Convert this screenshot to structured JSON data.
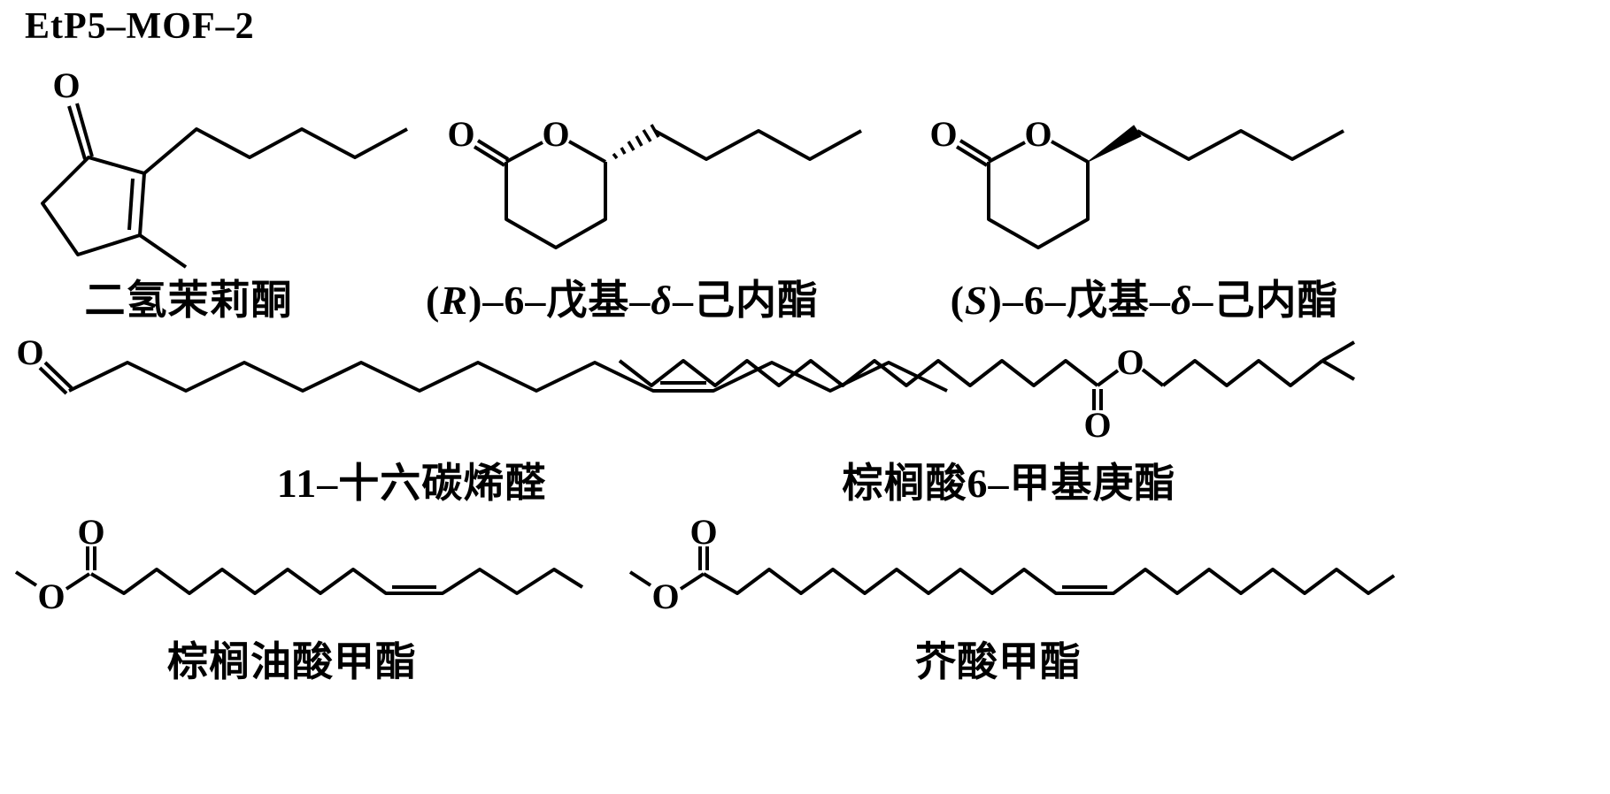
{
  "title": "EtP5–MOF–2",
  "atom": {
    "oxygen": "O"
  },
  "molecules": [
    {
      "id": "dihydrojasmone",
      "label": {
        "text": "二氢茉莉酮"
      }
    },
    {
      "id": "r-6-pentyl-delta-lactone",
      "label": {
        "open": "(",
        "stereo": "R",
        "mid": ")–6–戊基–",
        "delta": "δ",
        "end": "–己内酯"
      }
    },
    {
      "id": "s-6-pentyl-delta-lactone",
      "label": {
        "open": "(",
        "stereo": "S",
        "mid": ")–6–戊基–",
        "delta": "δ",
        "end": "–己内酯"
      }
    },
    {
      "id": "11-hexadecenal",
      "label": {
        "text": "11–十六碳烯醛"
      }
    },
    {
      "id": "6-methylheptyl-palmitate",
      "label": {
        "text": "棕榈酸6–甲基庚酯"
      }
    },
    {
      "id": "methyl-palmitoleate",
      "label": {
        "text": "棕榈油酸甲酯"
      }
    },
    {
      "id": "methyl-erucate",
      "label": {
        "text": "芥酸甲酯"
      }
    }
  ]
}
